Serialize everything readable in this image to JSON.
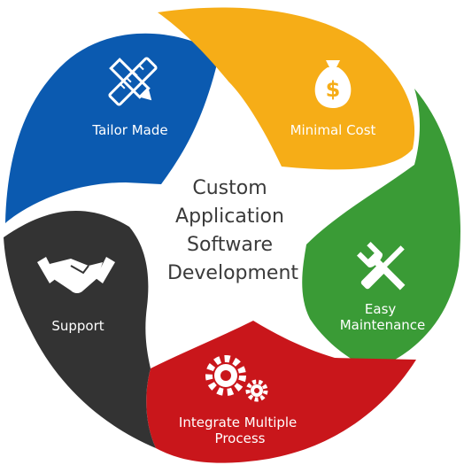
{
  "center": {
    "lines": [
      "Custom",
      "Application",
      "Software",
      "Development"
    ]
  },
  "segments": [
    {
      "id": "tailor-made",
      "lines": [
        "Tailor Made"
      ],
      "icon": "ruler-pencil-icon",
      "color": "#0b5ab0"
    },
    {
      "id": "minimal-cost",
      "lines": [
        "Minimal Cost"
      ],
      "icon": "money-bag-icon",
      "color": "#f6ad17"
    },
    {
      "id": "easy-maintenance",
      "lines": [
        "Easy",
        "Maintenance"
      ],
      "icon": "wrench-screwdriver-icon",
      "color": "#3a9b36"
    },
    {
      "id": "integrate-multiple-process",
      "lines": [
        "Integrate Multiple",
        "Process"
      ],
      "icon": "gears-icon",
      "color": "#c9161b"
    },
    {
      "id": "support",
      "lines": [
        "Support"
      ],
      "icon": "handshake-icon",
      "color": "#333333"
    }
  ]
}
